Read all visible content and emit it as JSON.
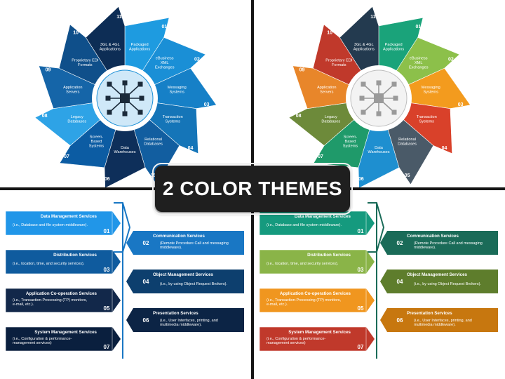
{
  "banner": {
    "title": "2 COLOR THEMES"
  },
  "pinwheel": {
    "segments": [
      {
        "num": "01",
        "label": "Packaged\nApplications"
      },
      {
        "num": "02",
        "label": "eBusiness\nXML\nExchanges"
      },
      {
        "num": "03",
        "label": "Messaging\nSystems"
      },
      {
        "num": "04",
        "label": "Transaction\nSystems"
      },
      {
        "num": "05",
        "label": "Relational\nDatabases"
      },
      {
        "num": "06",
        "label": "Data\nWarehouses"
      },
      {
        "num": "07",
        "label": "Screen-\nBased\nSystems"
      },
      {
        "num": "08",
        "label": "Legacy\nDatabases"
      },
      {
        "num": "09",
        "label": "Application\nServers"
      },
      {
        "num": "10",
        "label": "Proprietary EDI\nFormats"
      },
      {
        "num": "11",
        "label": "3GL & 4GL\nApplications"
      }
    ],
    "center_icon": "network-hierarchy-icon",
    "blue_colors": [
      "#1e9be0",
      "#1a8fd6",
      "#1680c7",
      "#1575b8",
      "#125ea0",
      "#0e2f5a",
      "#0c5ca3",
      "#2ea3e6",
      "#1565a8",
      "#0f4f8a",
      "#0d2d55"
    ],
    "multi_colors": [
      "#1aa37a",
      "#8cc04a",
      "#f39b1e",
      "#d9412a",
      "#4a5a68",
      "#1e8fd0",
      "#1f9a6a",
      "#6d8a3a",
      "#e8862a",
      "#c0392b",
      "#233a4f"
    ]
  },
  "services": {
    "left_column": [
      {
        "num": "01",
        "title": "Data Management Services",
        "desc": "(i.e., Database and file system middleware)."
      },
      {
        "num": "03",
        "title": "Distribution Services",
        "desc": "(i.e., location, time, and security services)."
      },
      {
        "num": "05",
        "title": "Application Co-operation Services",
        "desc": "(i.e., Transaction-Processing (TP) monitors,\ne-mail, etc.)."
      },
      {
        "num": "07",
        "title": "System Management Services",
        "desc": "(i.e., Configuration & performance-\nmanagement services)"
      }
    ],
    "right_column": [
      {
        "num": "02",
        "title": "Communication Services",
        "desc": "(Remote Procedure Call and messaging\nmiddleware)."
      },
      {
        "num": "04",
        "title": "Object Management Services",
        "desc": "(i.e., by using Object Request Brokers)."
      },
      {
        "num": "06",
        "title": "Presentation Services",
        "desc": "(i.e., User Interfaces, printing, and\nmultimedia middleware)."
      }
    ],
    "blue_colors": [
      "#2196e8",
      "#1977c4",
      "#0f5b9e",
      "#0d3f6e",
      "#12284a",
      "#0c2445",
      "#0a1f3e"
    ],
    "multi_colors": [
      "#159a7e",
      "#1a6b58",
      "#8ab448",
      "#5e7d2c",
      "#f0961f",
      "#c7770f",
      "#c0392b"
    ]
  }
}
